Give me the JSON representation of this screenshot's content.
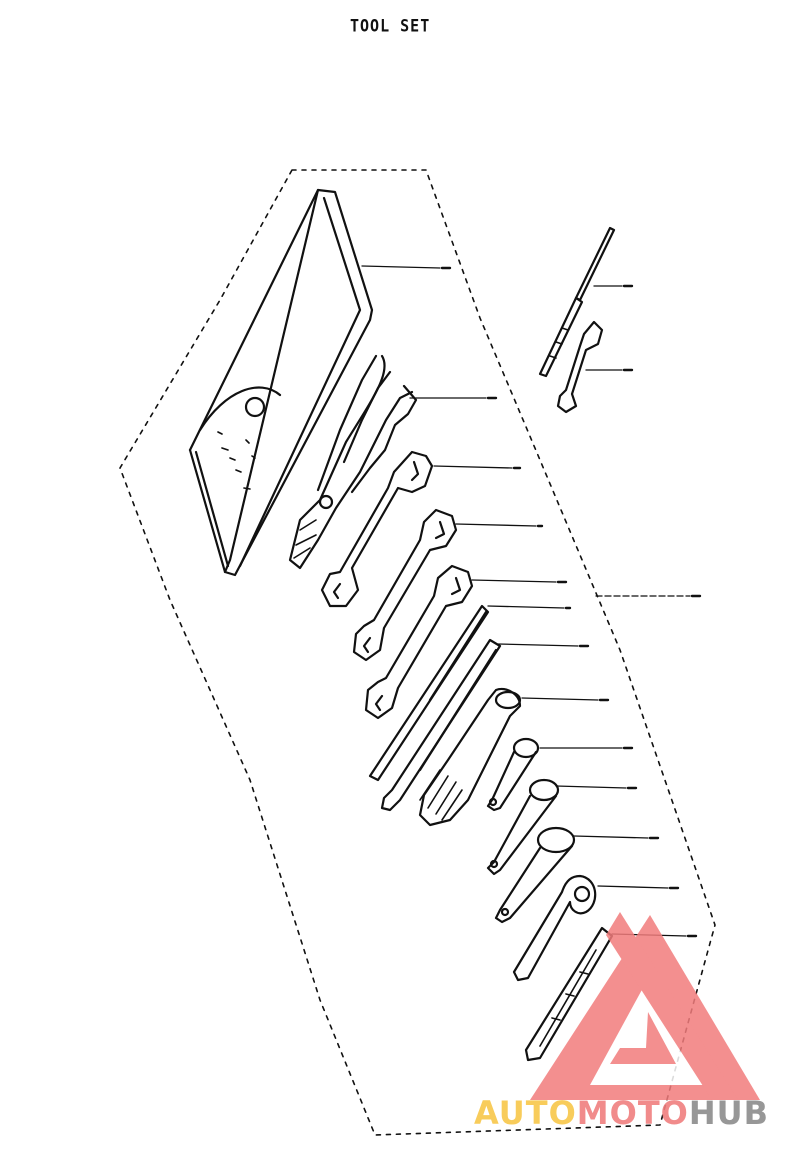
{
  "title": "TOOL SET",
  "watermark": {
    "part1": "AUTO",
    "part2": "MOTO",
    "part3": "HUB",
    "colors": {
      "auto": "#f8c74a",
      "moto": "#f07f7f",
      "hub": "#8c8c8c",
      "logo": "#f27c7c"
    }
  },
  "diagram": {
    "parts": [
      "tool-bag",
      "pliers",
      "double-end-wrench-1",
      "double-end-wrench-2",
      "double-end-wrench-3",
      "screwdriver",
      "screwdriver-grip",
      "spark-plug-socket",
      "socket-1",
      "socket-2",
      "socket-3",
      "pin-spanner",
      "tool-holder",
      "screwdriver-small",
      "wrench-small"
    ]
  }
}
